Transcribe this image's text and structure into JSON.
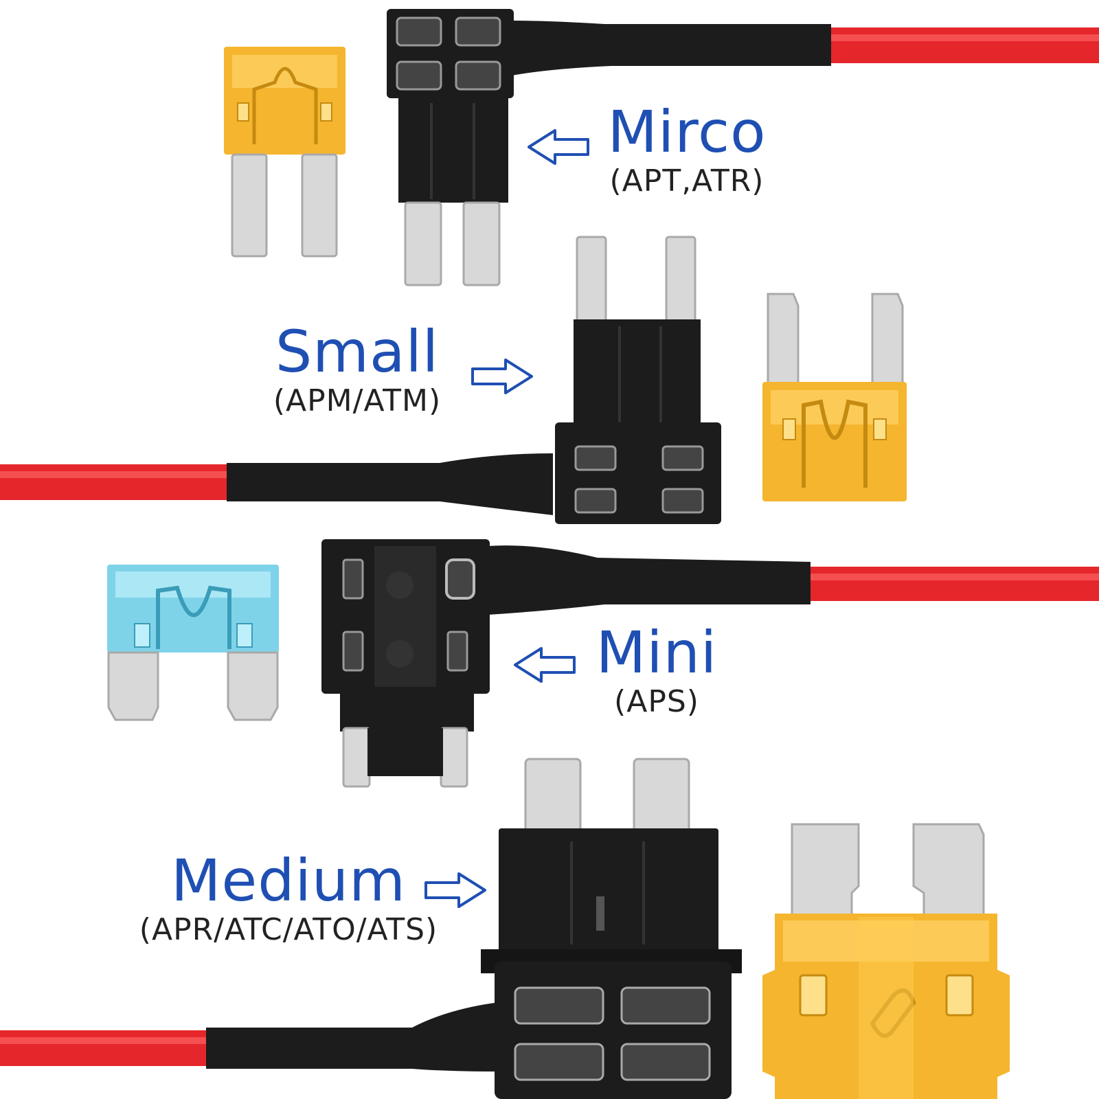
{
  "colors": {
    "wire": "#e5262b",
    "wire_highlight": "#ff6a6a",
    "holder": "#1c1c1c",
    "holder_edge": "#333333",
    "blade": "#d8d8d8",
    "blade_edge": "#a9a9a9",
    "fuse_amber": "#f5b52e",
    "fuse_amber_light": "#ffd46a",
    "fuse_blue": "#7fd3e8",
    "arrow": "#1f4fb3",
    "label_name": "#1f4fb3",
    "label_codes": "#222222"
  },
  "labels": {
    "micro": {
      "name": "Mirco",
      "codes": "(APT,ATR)"
    },
    "small": {
      "name": "Small",
      "codes": "(APM/ATM)"
    },
    "mini": {
      "name": "Mini",
      "codes": "(APS)"
    },
    "medium": {
      "name": "Medium",
      "codes": "(APR/ATC/ATO/ATS)"
    }
  },
  "icons": {
    "micro_arrow": "arrow-left-icon",
    "small_arrow": "arrow-right-icon",
    "mini_arrow": "arrow-left-icon",
    "medium_arrow": "arrow-right-icon"
  }
}
